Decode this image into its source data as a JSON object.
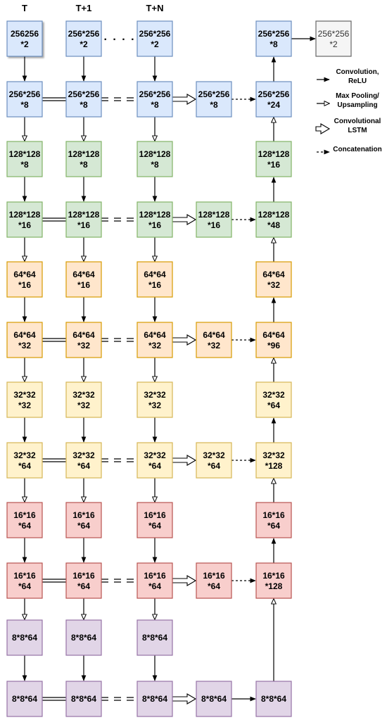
{
  "colors": {
    "blue": {
      "fill": "#dae8fc",
      "stroke": "#6c8ebf"
    },
    "green": {
      "fill": "#d5e8d4",
      "stroke": "#82b366"
    },
    "orange": {
      "fill": "#ffe6cc",
      "stroke": "#d79b00"
    },
    "yellow": {
      "fill": "#fff2cc",
      "stroke": "#d6b656"
    },
    "red": {
      "fill": "#f8cecc",
      "stroke": "#b85450"
    },
    "purple": {
      "fill": "#e1d5e7",
      "stroke": "#9673a6"
    },
    "gray": {
      "fill": "#f5f5f5",
      "stroke": "#666666"
    }
  },
  "headers": [
    {
      "id": "T",
      "text": "T"
    },
    {
      "id": "T1",
      "text": "T+1"
    },
    {
      "id": "TN",
      "text": "T+N"
    }
  ],
  "ellipsis": ". . . .",
  "nodes": [
    {
      "id": "c1r0",
      "color": "blue",
      "lines": [
        "256256",
        "*2"
      ]
    },
    {
      "id": "c2r0",
      "color": "blue",
      "lines": [
        "256*256",
        "*2"
      ]
    },
    {
      "id": "c3r0",
      "color": "blue",
      "lines": [
        "256*256",
        "*2"
      ]
    },
    {
      "id": "c5r0",
      "color": "blue",
      "lines": [
        "256*256",
        "*8"
      ]
    },
    {
      "id": "out",
      "color": "gray",
      "lines": [
        "256*256",
        "*2"
      ]
    },
    {
      "id": "c1r1",
      "color": "blue",
      "lines": [
        "256*256",
        "*8"
      ]
    },
    {
      "id": "c2r1",
      "color": "blue",
      "lines": [
        "256*256",
        "*8"
      ]
    },
    {
      "id": "c3r1",
      "color": "blue",
      "lines": [
        "256*256",
        "*8"
      ]
    },
    {
      "id": "c4r1",
      "color": "blue",
      "lines": [
        "256*256",
        "*8"
      ]
    },
    {
      "id": "c5r1",
      "color": "blue",
      "lines": [
        "256*256",
        "*24"
      ]
    },
    {
      "id": "c1r2",
      "color": "green",
      "lines": [
        "128*128",
        "*8"
      ]
    },
    {
      "id": "c2r2",
      "color": "green",
      "lines": [
        "128*128",
        "*8"
      ]
    },
    {
      "id": "c3r2",
      "color": "green",
      "lines": [
        "128*128",
        "*8"
      ]
    },
    {
      "id": "c5r2",
      "color": "green",
      "lines": [
        "128*128",
        "*16"
      ]
    },
    {
      "id": "c1r3",
      "color": "green",
      "lines": [
        "128*128",
        "*16"
      ]
    },
    {
      "id": "c2r3",
      "color": "green",
      "lines": [
        "128*128",
        "*16"
      ]
    },
    {
      "id": "c3r3",
      "color": "green",
      "lines": [
        "128*128",
        "*16"
      ]
    },
    {
      "id": "c4r3",
      "color": "green",
      "lines": [
        "128*128",
        "*16"
      ]
    },
    {
      "id": "c5r3",
      "color": "green",
      "lines": [
        "128*128",
        "*48"
      ]
    },
    {
      "id": "c1r4",
      "color": "orange",
      "lines": [
        "64*64",
        "*16"
      ]
    },
    {
      "id": "c2r4",
      "color": "orange",
      "lines": [
        "64*64",
        "*16"
      ]
    },
    {
      "id": "c3r4",
      "color": "orange",
      "lines": [
        "64*64",
        "*16"
      ]
    },
    {
      "id": "c5r4",
      "color": "orange",
      "lines": [
        "64*64",
        "*32"
      ]
    },
    {
      "id": "c1r5",
      "color": "orange",
      "lines": [
        "64*64",
        "*32"
      ]
    },
    {
      "id": "c2r5",
      "color": "orange",
      "lines": [
        "64*64",
        "*32"
      ]
    },
    {
      "id": "c3r5",
      "color": "orange",
      "lines": [
        "64*64",
        "*32"
      ]
    },
    {
      "id": "c4r5",
      "color": "orange",
      "lines": [
        "64*64",
        "*32"
      ]
    },
    {
      "id": "c5r5",
      "color": "orange",
      "lines": [
        "64*64",
        "*96"
      ]
    },
    {
      "id": "c1r6",
      "color": "yellow",
      "lines": [
        "32*32",
        "*32"
      ]
    },
    {
      "id": "c2r6",
      "color": "yellow",
      "lines": [
        "32*32",
        "*32"
      ]
    },
    {
      "id": "c3r6",
      "color": "yellow",
      "lines": [
        "32*32",
        "*32"
      ]
    },
    {
      "id": "c5r6",
      "color": "yellow",
      "lines": [
        "32*32",
        "*64"
      ]
    },
    {
      "id": "c1r7",
      "color": "yellow",
      "lines": [
        "32*32",
        "*64"
      ]
    },
    {
      "id": "c2r7",
      "color": "yellow",
      "lines": [
        "32*32",
        "*64"
      ]
    },
    {
      "id": "c3r7",
      "color": "yellow",
      "lines": [
        "32*32",
        "*64"
      ]
    },
    {
      "id": "c4r7",
      "color": "yellow",
      "lines": [
        "32*32",
        "*64"
      ]
    },
    {
      "id": "c5r7",
      "color": "yellow",
      "lines": [
        "32*32",
        "*128"
      ]
    },
    {
      "id": "c1r8",
      "color": "red",
      "lines": [
        "16*16",
        "*64"
      ]
    },
    {
      "id": "c2r8",
      "color": "red",
      "lines": [
        "16*16",
        "*64"
      ]
    },
    {
      "id": "c3r8",
      "color": "red",
      "lines": [
        "16*16",
        "*64"
      ]
    },
    {
      "id": "c5r8",
      "color": "red",
      "lines": [
        "16*16",
        "*64"
      ]
    },
    {
      "id": "c1r9",
      "color": "red",
      "lines": [
        "16*16",
        "*64"
      ]
    },
    {
      "id": "c2r9",
      "color": "red",
      "lines": [
        "16*16",
        "*64"
      ]
    },
    {
      "id": "c3r9",
      "color": "red",
      "lines": [
        "16*16",
        "*64"
      ]
    },
    {
      "id": "c4r9",
      "color": "red",
      "lines": [
        "16*16",
        "*64"
      ]
    },
    {
      "id": "c5r9",
      "color": "red",
      "lines": [
        "16*16",
        "*128"
      ]
    },
    {
      "id": "c1r10",
      "color": "purple",
      "lines": [
        "8*8*64"
      ]
    },
    {
      "id": "c2r10",
      "color": "purple",
      "lines": [
        "8*8*64"
      ]
    },
    {
      "id": "c3r10",
      "color": "purple",
      "lines": [
        "8*8*64"
      ]
    },
    {
      "id": "c1r11",
      "color": "purple",
      "lines": [
        "8*8*64"
      ]
    },
    {
      "id": "c2r11",
      "color": "purple",
      "lines": [
        "8*8*64"
      ]
    },
    {
      "id": "c3r11",
      "color": "purple",
      "lines": [
        "8*8*64"
      ]
    },
    {
      "id": "c4r11",
      "color": "purple",
      "lines": [
        "8*8*64"
      ]
    },
    {
      "id": "c5r11",
      "color": "purple",
      "lines": [
        "8*8*64"
      ]
    }
  ],
  "edges": [
    {
      "from": "c1r0",
      "to": "c1r1",
      "kind": "conv"
    },
    {
      "from": "c2r0",
      "to": "c2r1",
      "kind": "conv"
    },
    {
      "from": "c3r0",
      "to": "c3r1",
      "kind": "conv"
    },
    {
      "from": "c1r1",
      "to": "c1r2",
      "kind": "pool"
    },
    {
      "from": "c2r1",
      "to": "c2r2",
      "kind": "pool"
    },
    {
      "from": "c3r1",
      "to": "c3r2",
      "kind": "pool"
    },
    {
      "from": "c1r2",
      "to": "c1r3",
      "kind": "conv"
    },
    {
      "from": "c2r2",
      "to": "c2r3",
      "kind": "conv"
    },
    {
      "from": "c3r2",
      "to": "c3r3",
      "kind": "conv"
    },
    {
      "from": "c1r3",
      "to": "c1r4",
      "kind": "pool"
    },
    {
      "from": "c2r3",
      "to": "c2r4",
      "kind": "pool"
    },
    {
      "from": "c3r3",
      "to": "c3r4",
      "kind": "pool"
    },
    {
      "from": "c1r4",
      "to": "c1r5",
      "kind": "conv"
    },
    {
      "from": "c2r4",
      "to": "c2r5",
      "kind": "conv"
    },
    {
      "from": "c3r4",
      "to": "c3r5",
      "kind": "conv"
    },
    {
      "from": "c1r5",
      "to": "c1r6",
      "kind": "pool"
    },
    {
      "from": "c2r5",
      "to": "c2r6",
      "kind": "pool"
    },
    {
      "from": "c3r5",
      "to": "c3r6",
      "kind": "pool"
    },
    {
      "from": "c1r6",
      "to": "c1r7",
      "kind": "conv"
    },
    {
      "from": "c2r6",
      "to": "c2r7",
      "kind": "conv"
    },
    {
      "from": "c3r6",
      "to": "c3r7",
      "kind": "conv"
    },
    {
      "from": "c1r7",
      "to": "c1r8",
      "kind": "pool"
    },
    {
      "from": "c2r7",
      "to": "c2r8",
      "kind": "pool"
    },
    {
      "from": "c3r7",
      "to": "c3r8",
      "kind": "pool"
    },
    {
      "from": "c1r8",
      "to": "c1r9",
      "kind": "conv"
    },
    {
      "from": "c2r8",
      "to": "c2r9",
      "kind": "conv"
    },
    {
      "from": "c3r8",
      "to": "c3r9",
      "kind": "conv"
    },
    {
      "from": "c1r9",
      "to": "c1r10",
      "kind": "pool"
    },
    {
      "from": "c2r9",
      "to": "c2r10",
      "kind": "pool"
    },
    {
      "from": "c3r9",
      "to": "c3r10",
      "kind": "pool"
    },
    {
      "from": "c1r10",
      "to": "c1r11",
      "kind": "conv"
    },
    {
      "from": "c2r10",
      "to": "c2r11",
      "kind": "conv"
    },
    {
      "from": "c3r10",
      "to": "c3r11",
      "kind": "conv"
    },
    {
      "from": "c3r1",
      "to": "c4r1",
      "kind": "lstm"
    },
    {
      "from": "c3r3",
      "to": "c4r3",
      "kind": "lstm"
    },
    {
      "from": "c3r5",
      "to": "c4r5",
      "kind": "lstm"
    },
    {
      "from": "c3r7",
      "to": "c4r7",
      "kind": "lstm"
    },
    {
      "from": "c3r9",
      "to": "c4r9",
      "kind": "lstm"
    },
    {
      "from": "c3r11",
      "to": "c4r11",
      "kind": "lstm"
    },
    {
      "from": "c4r1",
      "to": "c5r1",
      "kind": "concat"
    },
    {
      "from": "c4r3",
      "to": "c5r3",
      "kind": "concat"
    },
    {
      "from": "c4r5",
      "to": "c5r5",
      "kind": "concat"
    },
    {
      "from": "c4r7",
      "to": "c5r7",
      "kind": "concat"
    },
    {
      "from": "c4r9",
      "to": "c5r9",
      "kind": "concat"
    },
    {
      "from": "c4r11",
      "to": "c5r11",
      "kind": "conv"
    },
    {
      "from": "c5r11",
      "to": "c5r9",
      "kind": "pool"
    },
    {
      "from": "c5r9",
      "to": "c5r8",
      "kind": "conv"
    },
    {
      "from": "c5r8",
      "to": "c5r7",
      "kind": "pool"
    },
    {
      "from": "c5r7",
      "to": "c5r6",
      "kind": "conv"
    },
    {
      "from": "c5r6",
      "to": "c5r5",
      "kind": "pool"
    },
    {
      "from": "c5r5",
      "to": "c5r4",
      "kind": "conv"
    },
    {
      "from": "c5r4",
      "to": "c5r3",
      "kind": "pool"
    },
    {
      "from": "c5r3",
      "to": "c5r2",
      "kind": "conv"
    },
    {
      "from": "c5r2",
      "to": "c5r1",
      "kind": "pool"
    },
    {
      "from": "c5r1",
      "to": "c5r0",
      "kind": "conv"
    },
    {
      "from": "c5r0",
      "to": "out",
      "kind": "conv"
    }
  ],
  "legend": [
    {
      "kind": "conv",
      "lines": [
        "Convolution,",
        "ReLU"
      ]
    },
    {
      "kind": "pool",
      "lines": [
        "Max Pooling/",
        "Upsampling"
      ]
    },
    {
      "kind": "lstm",
      "lines": [
        "Convolutional",
        "LSTM"
      ]
    },
    {
      "kind": "concat",
      "lines": [
        "Concatenation"
      ]
    }
  ]
}
